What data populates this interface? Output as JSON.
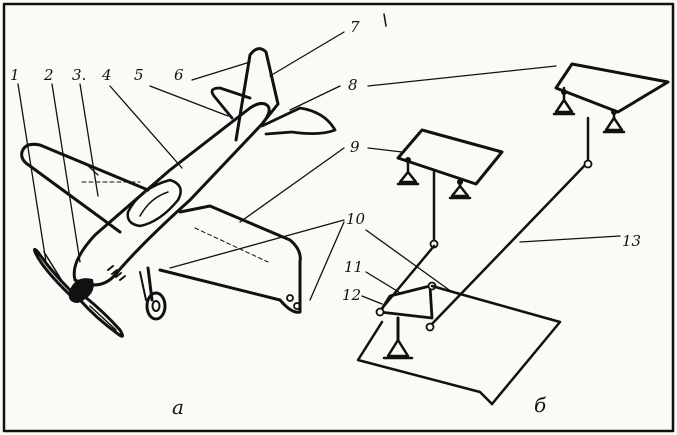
{
  "labels": {
    "l1": "1",
    "l2": "2",
    "l3": "3.",
    "l4": "4",
    "l5": "5",
    "l6": "6",
    "l7": "7",
    "l8": "8",
    "l9": "9",
    "l10": "10",
    "l11": "11",
    "l12": "12",
    "l13": "13"
  },
  "captions": {
    "a": "а",
    "b": "б"
  }
}
